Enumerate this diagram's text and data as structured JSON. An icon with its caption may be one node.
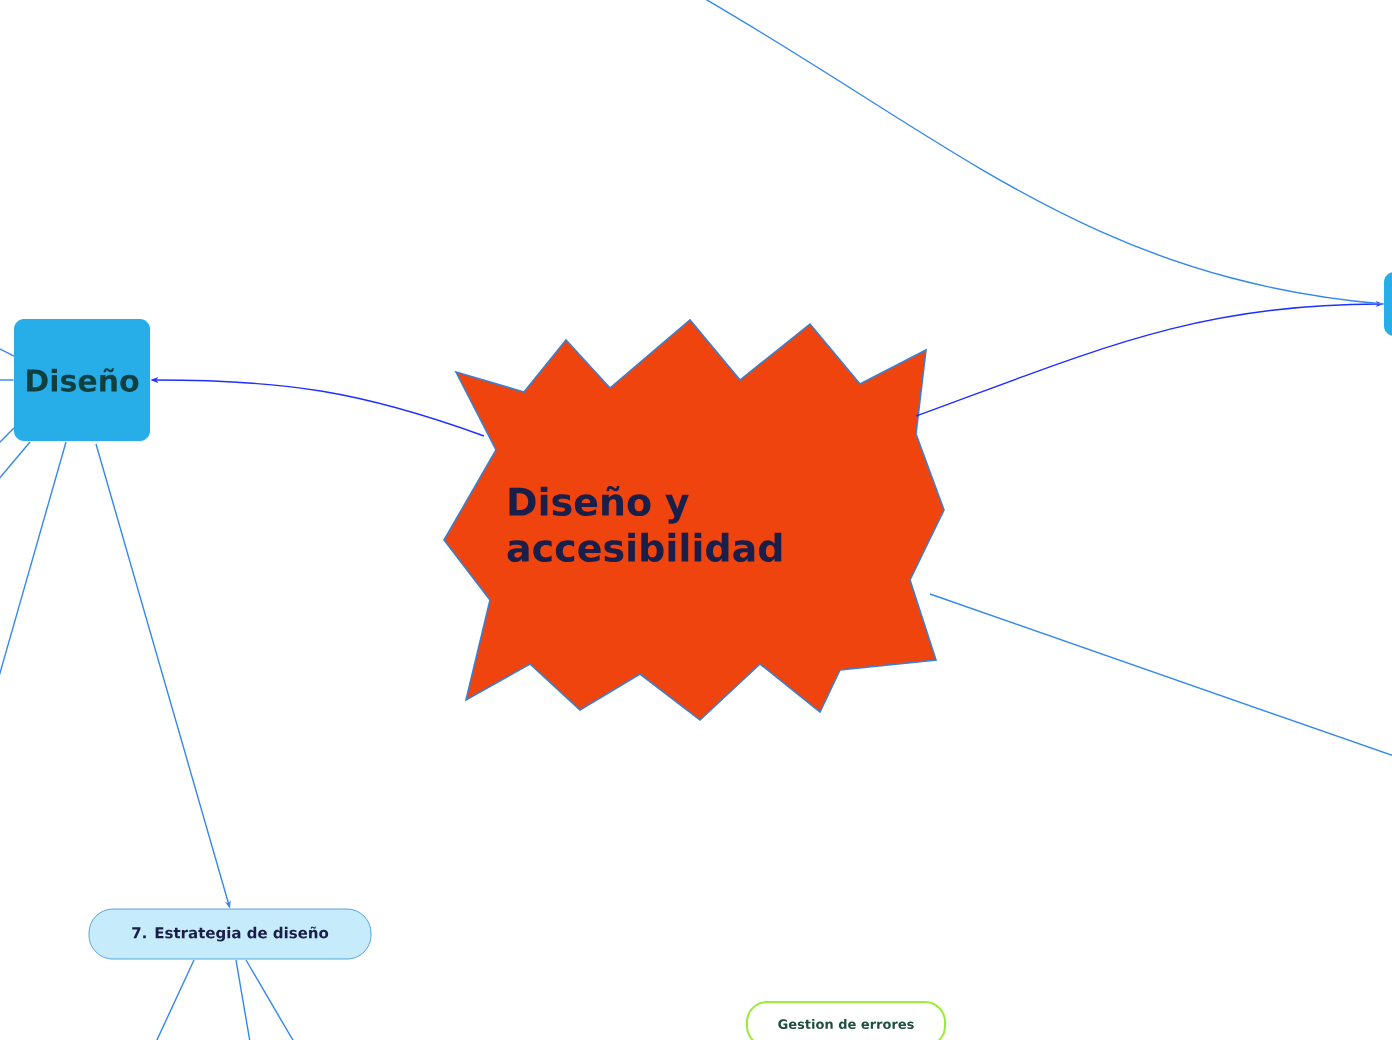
{
  "diagram": {
    "nodes": [
      {
        "text": [
          "Diseño y accesibilidad"
        ]
      },
      {
        "text": [
          "Diseño"
        ]
      },
      {
        "text": [
          "7. Estrategia de diseño"
        ]
      },
      {
        "text": [
          "Gestion de errores"
        ]
      },
      {
        "text": [],
        "shape": "box"
      }
    ],
    "edges": [
      {
        "from": 0,
        "to": 1,
        "arrow": "to",
        "color": "#1f2fff"
      },
      {
        "from": 0,
        "to": 4,
        "arrow": "to",
        "color": "#1f2fff"
      },
      {
        "from": 1,
        "to": 2,
        "arrow": "to"
      },
      {
        "from": null,
        "to": 4,
        "arrow": "none"
      },
      {
        "from": 0,
        "to": null,
        "arrow": "none"
      },
      {
        "from": 1,
        "to": null,
        "arrow": "none"
      },
      {
        "from": 1,
        "to": null,
        "arrow": "none"
      },
      {
        "from": 1,
        "to": null,
        "arrow": "none"
      },
      {
        "from": 1,
        "to": null,
        "arrow": "none"
      },
      {
        "from": 1,
        "to": null,
        "arrow": "none"
      },
      {
        "from": 2,
        "to": null,
        "arrow": "none"
      },
      {
        "from": 2,
        "to": null,
        "arrow": "none"
      },
      {
        "from": 2,
        "to": null,
        "arrow": "none"
      }
    ]
  }
}
